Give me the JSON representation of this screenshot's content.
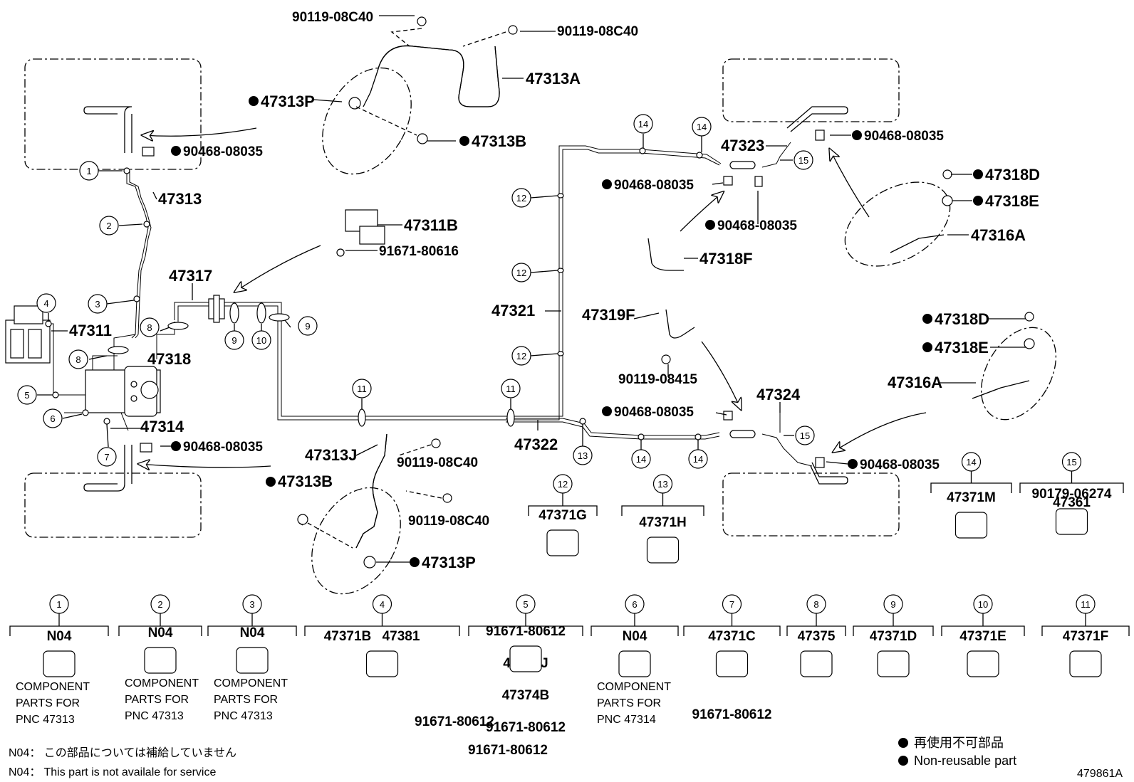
{
  "diagram_id": "479861A",
  "callouts": {
    "p90119_08C40_a": "90119-08C40",
    "p90119_08C40_b": "90119-08C40",
    "p47313A": "47313A",
    "p47313P_top": "47313P",
    "p47313B_top": "47313B",
    "p90468_08035_a": "90468-08035",
    "p47313": "47313",
    "p47311B": "47311B",
    "p91671_80616": "91671-80616",
    "p47317": "47317",
    "p47311": "47311",
    "p47318": "47318",
    "p47314": "47314",
    "p90468_08035_b": "90468-08035",
    "p47313J": "47313J",
    "p90119_08C40_c": "90119-08C40",
    "p47313B_bot": "47313B",
    "p90119_08C40_d": "90119-08C40",
    "p47313P_bot": "47313P",
    "p47321": "47321",
    "p47322": "47322",
    "p47323": "47323",
    "p90468_08035_c": "90468-08035",
    "p90468_08035_d": "90468-08035",
    "p90468_08035_e": "90468-08035",
    "p47318F": "47318F",
    "p47318D_top": "47318D",
    "p47318E_top": "47318E",
    "p47316A_top": "47316A",
    "p47319F": "47319F",
    "p90119_08415": "90119-08415",
    "p90468_08035_f": "90468-08035",
    "p47324": "47324",
    "p47318D_bot": "47318D",
    "p47318E_bot": "47318E",
    "p47316A_bot": "47316A",
    "p90468_08035_g": "90468-08035"
  },
  "circle_numbers": [
    "1",
    "2",
    "3",
    "4",
    "5",
    "6",
    "7",
    "8",
    "9",
    "10",
    "11",
    "12",
    "13",
    "14",
    "15"
  ],
  "legend_boxes": [
    {
      "num": "12",
      "parts": [
        "47371G"
      ]
    },
    {
      "num": "13",
      "parts": [
        "47371H"
      ]
    },
    {
      "num": "14",
      "parts": [
        "47371M"
      ]
    },
    {
      "num": "15",
      "parts": [
        "90179-06274",
        "47361"
      ]
    },
    {
      "num": "1",
      "parts": [
        "N04"
      ],
      "note": [
        "COMPONENT",
        "PARTS FOR",
        "PNC 47313"
      ]
    },
    {
      "num": "2",
      "parts": [
        "N04"
      ],
      "note": [
        "COMPONENT",
        "PARTS FOR",
        "PNC 47313"
      ]
    },
    {
      "num": "3",
      "parts": [
        "N04"
      ],
      "note": [
        "COMPONENT",
        "PARTS FOR",
        "PNC 47313"
      ]
    },
    {
      "num": "4",
      "parts": [
        "47371B",
        "47381",
        "91671-80612",
        "91671-80612"
      ]
    },
    {
      "num": "5",
      "parts": [
        "91671-80612",
        "47381J",
        "47374B",
        "91671-80612"
      ]
    },
    {
      "num": "6",
      "parts": [
        "N04"
      ],
      "note": [
        "COMPONENT",
        "PARTS FOR",
        "PNC 47314"
      ]
    },
    {
      "num": "7",
      "parts": [
        "47371C",
        "91671-80612"
      ]
    },
    {
      "num": "8",
      "parts": [
        "47375"
      ]
    },
    {
      "num": "9",
      "parts": [
        "47371D"
      ]
    },
    {
      "num": "10",
      "parts": [
        "47371E"
      ]
    },
    {
      "num": "11",
      "parts": [
        "47371F"
      ]
    }
  ],
  "footnotes": {
    "n04_ja": "N04： この部品については補給していません",
    "n04_en": "N04：  This part is not availale for service"
  },
  "legend": {
    "non_reusable_ja": "再使用不可部品",
    "non_reusable_en": "Non-reusable part"
  }
}
